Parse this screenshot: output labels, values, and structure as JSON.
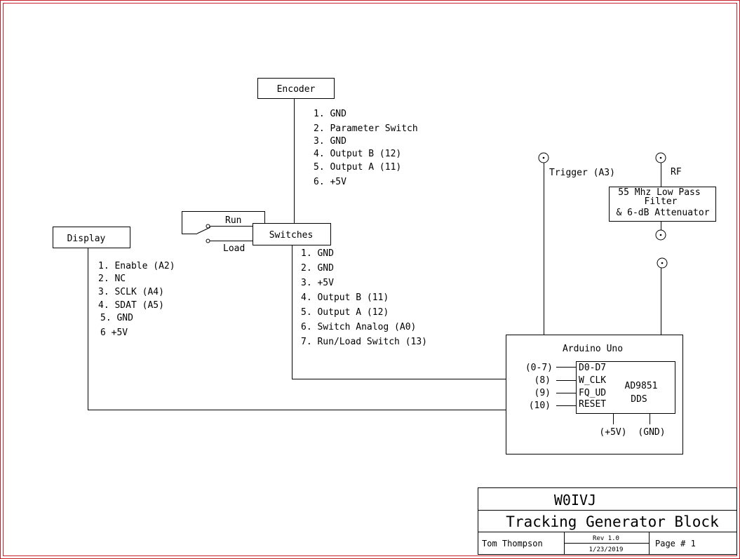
{
  "encoder": {
    "label": "Encoder",
    "pins": [
      "1. GND",
      "2. Parameter Switch",
      "3. GND",
      "4. Output B (12)",
      "5. Output A (11)",
      "6. +5V"
    ]
  },
  "display": {
    "label": "Display",
    "pins": [
      "1. Enable (A2)",
      "2. NC",
      "3. SCLK (A4)",
      "4. SDAT (A5)",
      "5. GND",
      "6 +5V"
    ]
  },
  "switches": {
    "label": "Switches",
    "run_label": "Run",
    "load_label": "Load",
    "pins": [
      "1. GND",
      "2. GND",
      "3. +5V",
      "4. Output B (11)",
      "5. Output A (12)",
      "6. Switch Analog (A0)",
      "7. Run/Load Switch (13)"
    ]
  },
  "trigger": {
    "label": "Trigger (A3)"
  },
  "rf": {
    "label": "RF",
    "filter_lines": [
      "55 Mhz Low Pass",
      "Filter",
      "& 6-dB Attenuator"
    ]
  },
  "arduino": {
    "label": "Arduino Uno",
    "dds_name": "AD9851",
    "dds_sub": "DDS",
    "dds_pins": [
      {
        "pin": "(0-7)",
        "name": "D0-D7"
      },
      {
        "pin": "(8)",
        "name": "W_CLK"
      },
      {
        "pin": "(9)",
        "name": "FQ_UD"
      },
      {
        "pin": "(10)",
        "name": "RESET"
      }
    ],
    "power": "(+5V)",
    "ground": "(GND)"
  },
  "title_block": {
    "callsign": "W0IVJ",
    "title": "Tracking Generator Block",
    "author": "Tom Thompson",
    "rev": "Rev 1.0",
    "date": "1/23/2019",
    "page": "Page # 1"
  }
}
